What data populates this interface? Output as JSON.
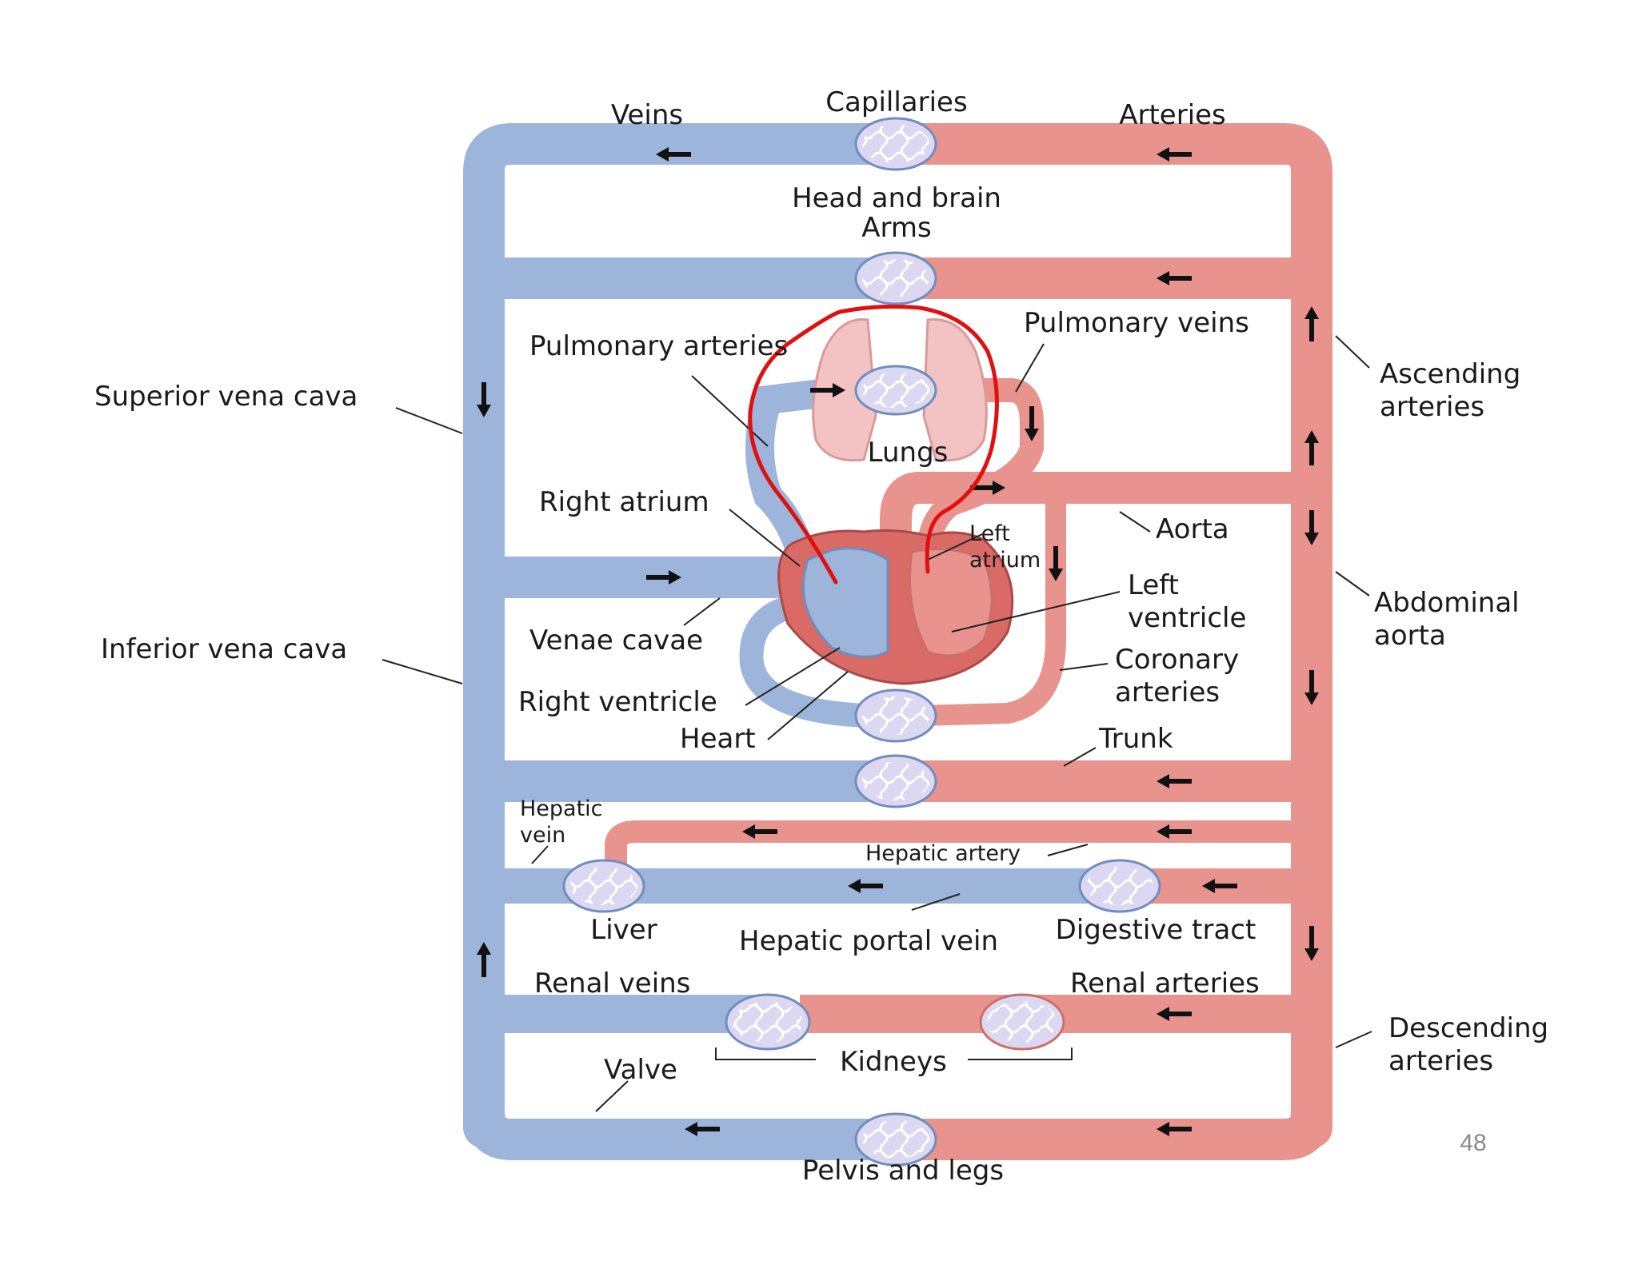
{
  "colors": {
    "vein": "#9db5da",
    "vein_edge": "#6f8dbd",
    "artery": "#e8938d",
    "artery_edge": "#c96f69",
    "capillary": "#dcd8f2",
    "annotation": "#e01010",
    "arrow": "#111111"
  },
  "labels": {
    "veins": "Veins",
    "capillaries": "Capillaries",
    "arteries": "Arteries",
    "head_and_brain": "Head and brain",
    "arms": "Arms",
    "pulmonary_arteries": "Pulmonary arteries",
    "pulmonary_veins": "Pulmonary veins",
    "ascending_arteries": "Ascending\narteries",
    "superior_vena_cava": "Superior vena cava",
    "lungs": "Lungs",
    "right_atrium": "Right atrium",
    "aorta": "Aorta",
    "left_atrium": "Left\natrium",
    "left_ventricle": "Left\nventricle",
    "abdominal_aorta": "Abdominal\naorta",
    "inferior_vena_cava": "Inferior vena cava",
    "venae_cavae": "Venae cavae",
    "coronary_arteries": "Coronary\narteries",
    "right_ventricle": "Right ventricle",
    "heart": "Heart",
    "trunk": "Trunk",
    "hepatic_vein": "Hepatic\nvein",
    "hepatic_artery": "Hepatic artery",
    "liver": "Liver",
    "hepatic_portal_vein": "Hepatic portal vein",
    "digestive_tract": "Digestive tract",
    "renal_veins": "Renal veins",
    "renal_arteries": "Renal arteries",
    "descending_arteries": "Descending\narteries",
    "valve": "Valve",
    "kidneys": "Kidneys",
    "pelvis_and_legs": "Pelvis and legs"
  },
  "slide_number": "48"
}
